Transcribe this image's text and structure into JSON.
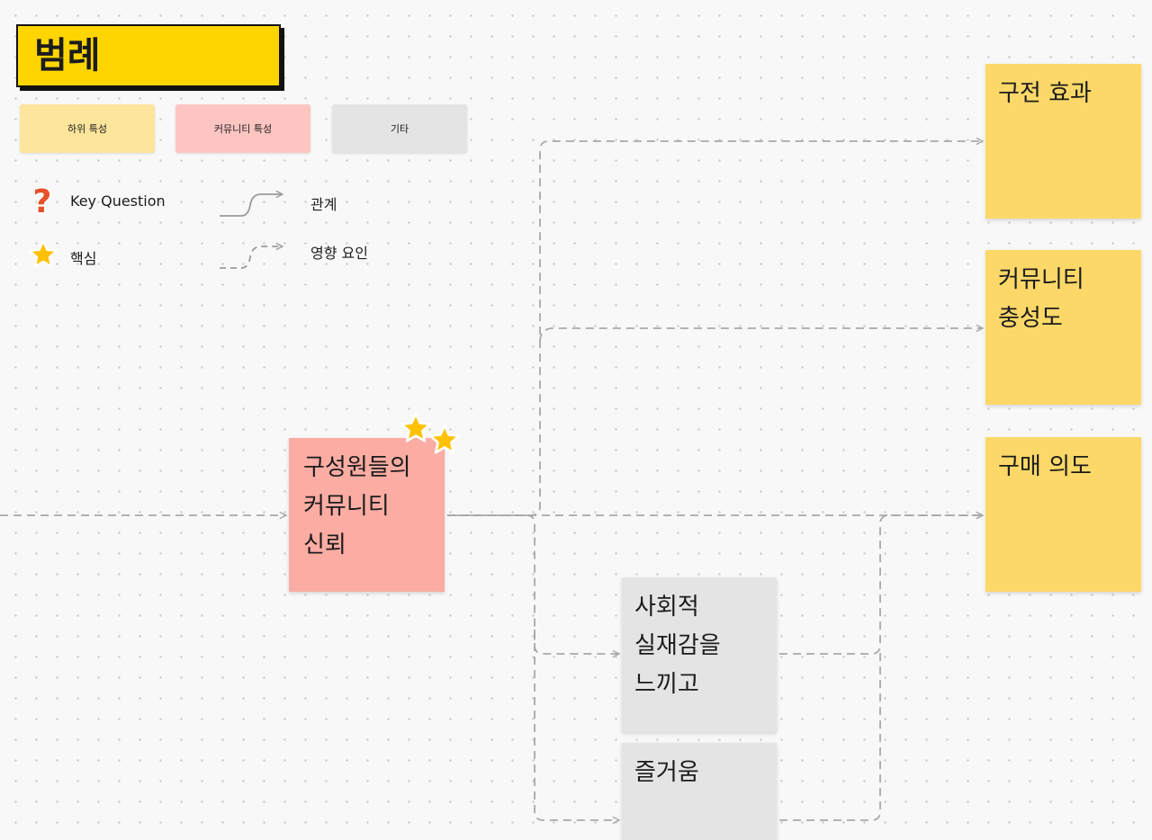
{
  "legend": {
    "title": "범례",
    "swatches": [
      {
        "label": "하위 특성",
        "color": "#fde59c"
      },
      {
        "label": "커뮤니티 특성",
        "color": "#fdc5c2"
      },
      {
        "label": "기타",
        "color": "#e4e4e4"
      }
    ],
    "key_question_label": "Key Question",
    "key_question_icon": "question-mark-icon",
    "core_label": "핵심",
    "core_icon": "star-icon",
    "relation_label": "관계",
    "influence_label": "영향 요인"
  },
  "colors": {
    "accent": "#ffd500",
    "outcome_note": "#fcd868",
    "community_note": "#fbaca3",
    "other_note": "#e4e4e4",
    "connector": "#a8a8a8"
  },
  "notes": {
    "trust": {
      "lines": [
        "구성원들의",
        "커뮤니티",
        "신뢰"
      ],
      "stars": 2
    },
    "word_of_mouth": {
      "lines": [
        "구전 효과"
      ]
    },
    "loyalty": {
      "lines": [
        "커뮤니티",
        "충성도"
      ]
    },
    "purchase_intent": {
      "lines": [
        "구매 의도"
      ]
    },
    "social_presence": {
      "lines": [
        "사회적",
        "실재감을",
        "느끼고"
      ]
    },
    "enjoyment": {
      "lines": [
        "즐거움"
      ]
    }
  }
}
